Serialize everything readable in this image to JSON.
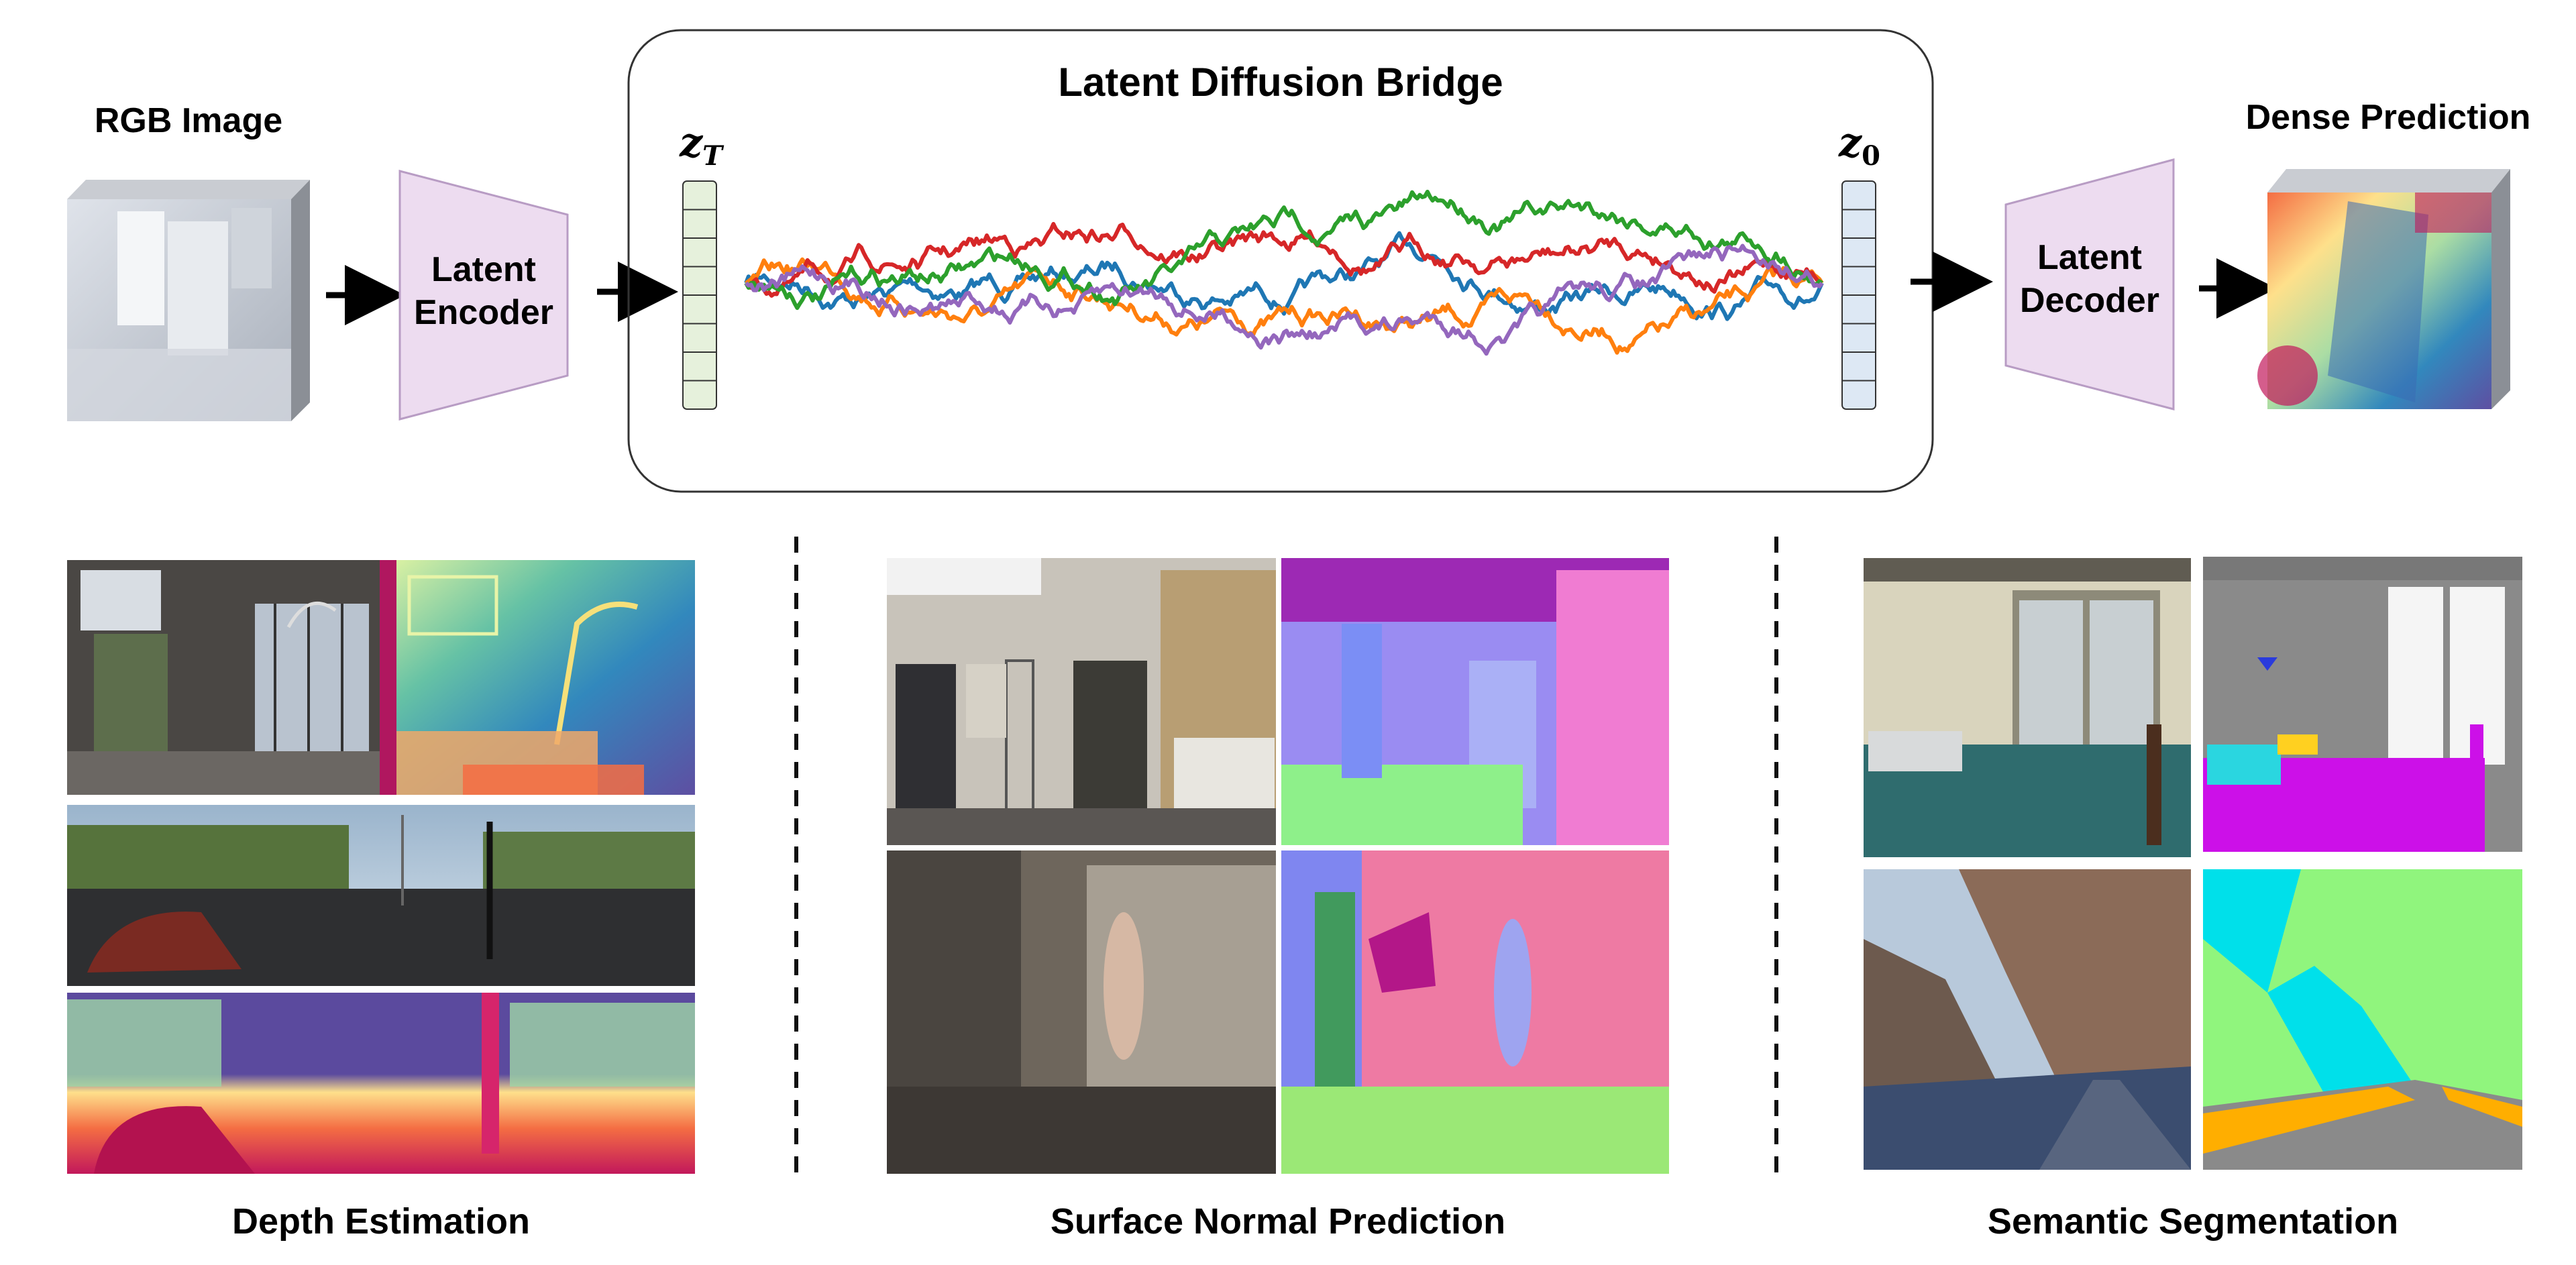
{
  "pipeline": {
    "input_label": "RGB Image",
    "encoder_label": "Latent Encoder",
    "bridge_title": "Latent Diffusion Bridge",
    "zT_base": "z",
    "zT_sub": "T",
    "z0_base": "z",
    "z0_sub": "0",
    "decoder_label": "Latent Decoder",
    "output_label": "Dense Prediction"
  },
  "tasks": {
    "depth": "Depth Estimation",
    "normal": "Surface Normal Prediction",
    "segmentation": "Semantic Segmentation"
  },
  "colors": {
    "encoder_fill": "#eddcf0",
    "decoder_fill": "#eddcf0",
    "encoder_stroke": "#b89cc4",
    "zT_fill": "#e6f1dc",
    "z0_fill": "#dde8f4",
    "trajectories": [
      "#1f77b4",
      "#ff7f0e",
      "#d62728",
      "#2ca02c",
      "#9467bd"
    ]
  }
}
